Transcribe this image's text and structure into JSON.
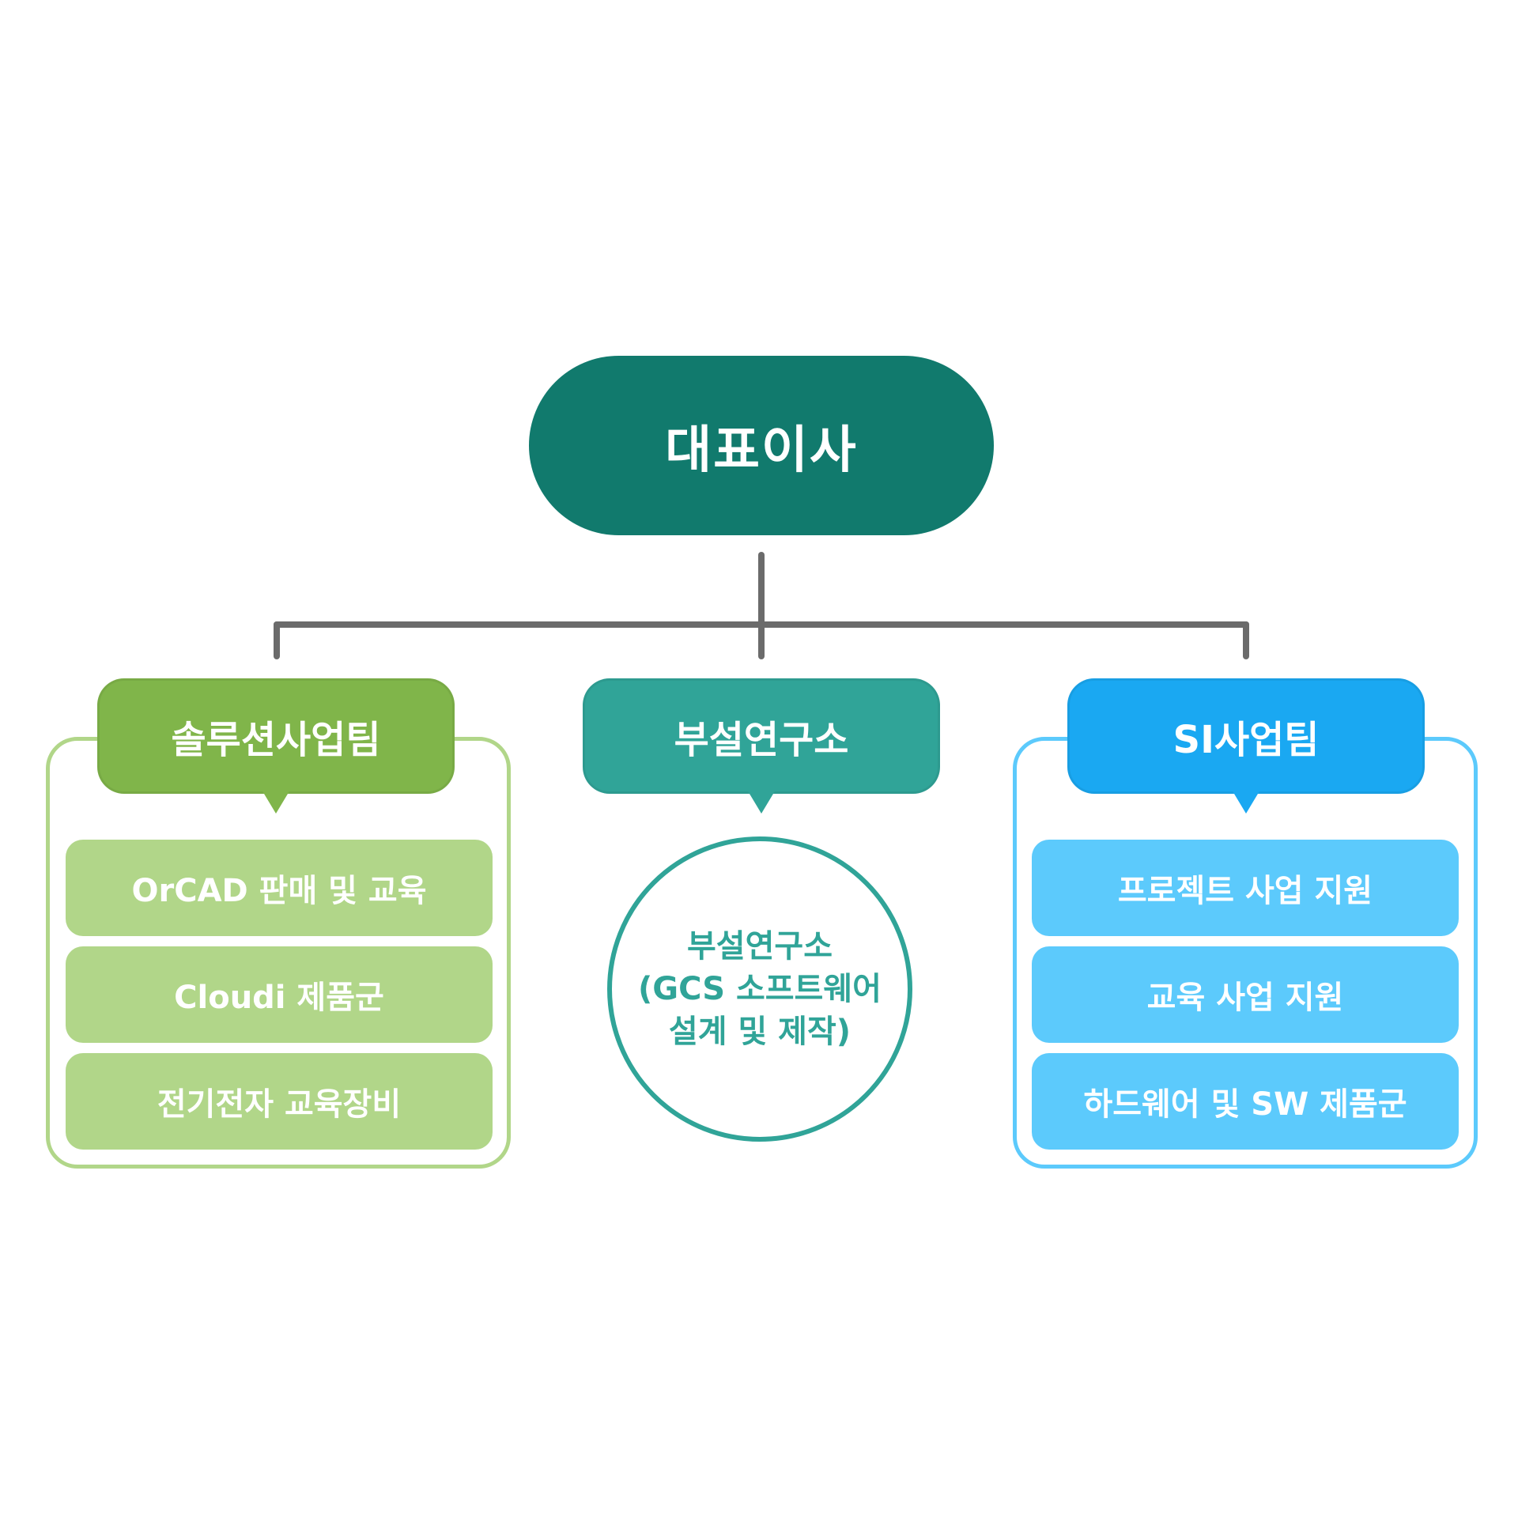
{
  "ceo": {
    "label": "대표이사"
  },
  "teams": [
    {
      "name": "솔루션사업팀",
      "items": [
        "OrCAD 판매 및 교육",
        "Cloudi 제품군",
        "전기전자 교육장비"
      ]
    },
    {
      "name": "부설연구소",
      "description": [
        "부설연구소",
        "(GCS 소프트웨어",
        "설계 및 제작)"
      ]
    },
    {
      "name": "SI사업팀",
      "items": [
        "프로젝트 사업 지원",
        "교육 사업 지원",
        "하드웨어 및 SW 제품군"
      ]
    }
  ],
  "colors": {
    "ceo": "#117a6d",
    "connector": "#6b6b6b",
    "solution_header": "#80b54a",
    "solution_items": "#b1d689",
    "lab": "#30a498",
    "si_header": "#1aa8f2",
    "si_items": "#5ccafc"
  }
}
